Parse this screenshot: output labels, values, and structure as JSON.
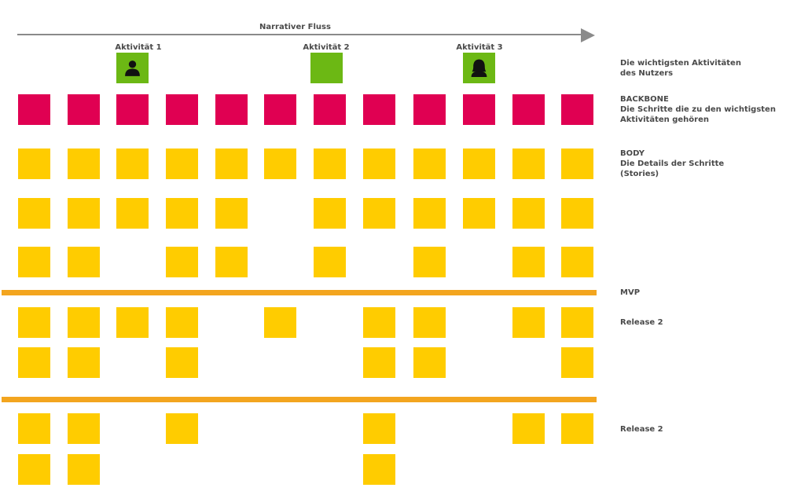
{
  "flow": {
    "label": "Narrativer Fluss"
  },
  "activities": [
    {
      "label": "Aktivität 1",
      "icon": "user-male-icon"
    },
    {
      "label": "Aktivität 2",
      "icon": ""
    },
    {
      "label": "Aktivität 3",
      "icon": "user-female-icon"
    }
  ],
  "legend": {
    "activities": {
      "line1": "Die wichtigsten Aktivitäten",
      "line2": "des Nutzers"
    },
    "backbone": {
      "title": "BACKBONE",
      "line1": "Die Schritte die zu den wichtigsten",
      "line2": "Aktivitäten gehören"
    },
    "body": {
      "title": "BODY",
      "line1": "Die Details der Schritte",
      "line2": "(Stories)"
    },
    "mvp": "MVP",
    "release2a": "Release 2",
    "release2b": "Release 2"
  },
  "colors": {
    "backbone": "#e00052",
    "story": "#ffcc00",
    "activity": "#6cb814",
    "divider": "#f3a51f",
    "arrow": "#8a8a8a"
  },
  "grid": {
    "columns": 12,
    "backbone_count": 12,
    "body_rows": [
      [
        1,
        1,
        1,
        1,
        1,
        1,
        1,
        1,
        1,
        1,
        1,
        1
      ],
      [
        1,
        1,
        1,
        1,
        1,
        0,
        1,
        1,
        1,
        1,
        1,
        1
      ],
      [
        1,
        1,
        0,
        1,
        1,
        0,
        1,
        0,
        1,
        0,
        1,
        1
      ]
    ],
    "mvp_rows": [
      [
        1,
        1,
        1,
        1,
        0,
        1,
        0,
        1,
        1,
        0,
        1,
        1
      ],
      [
        1,
        1,
        0,
        1,
        0,
        0,
        0,
        1,
        1,
        0,
        0,
        1
      ]
    ],
    "release_rows": [
      [
        1,
        1,
        0,
        1,
        0,
        0,
        0,
        1,
        0,
        0,
        1,
        1
      ],
      [
        1,
        1,
        0,
        0,
        0,
        0,
        0,
        1,
        0,
        0,
        0,
        0
      ]
    ]
  }
}
